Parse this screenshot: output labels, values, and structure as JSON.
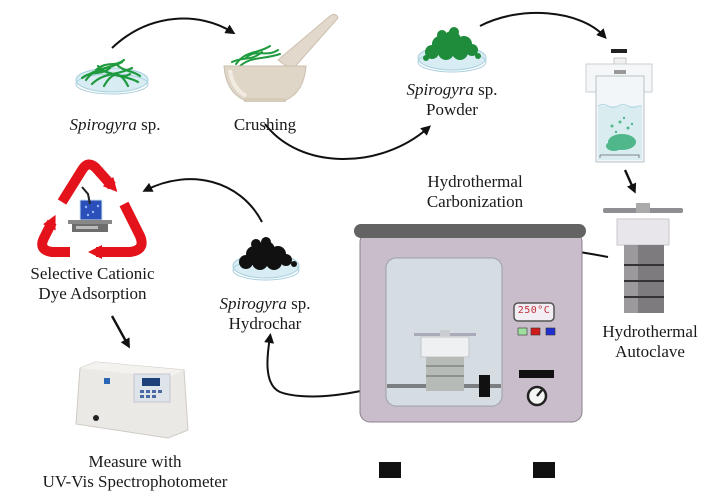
{
  "figure": {
    "title": "Hydrothermal carbonization workflow of Spirogyra sp.",
    "accent_colors": {
      "algae_green": "#1f9a3e",
      "powder_green": "#1e8c3a",
      "hydrochar_black": "#111111",
      "recycle_red": "#e3121b",
      "oven_body": "#c9bccb",
      "oven_window": "#d6dde2",
      "oven_top": "#636363"
    }
  },
  "steps": {
    "raw": {
      "species": "Spirogyra",
      "suffix": " sp."
    },
    "crushing": {
      "label": "Crushing"
    },
    "powder": {
      "species": "Spirogyra",
      "suffix": " sp.",
      "line2": "Powder"
    },
    "htc": {
      "line1": "Hydrothermal",
      "line2": "Carbonization"
    },
    "autoclave": {
      "line1": "Hydrothermal",
      "line2": "Autoclave"
    },
    "hydrochar": {
      "species": "Spirogyra",
      "suffix": " sp.",
      "line2": "Hydrochar"
    },
    "adsorption": {
      "line1": "Selective Cationic",
      "line2": "Dye Adsorption"
    },
    "measure": {
      "line1": "Measure with",
      "line2": "UV-Vis Spectrophotometer"
    }
  },
  "oven": {
    "display": "250°C",
    "indicators": [
      "#9fe09f",
      "#d11a1a",
      "#1f2fd0"
    ]
  }
}
